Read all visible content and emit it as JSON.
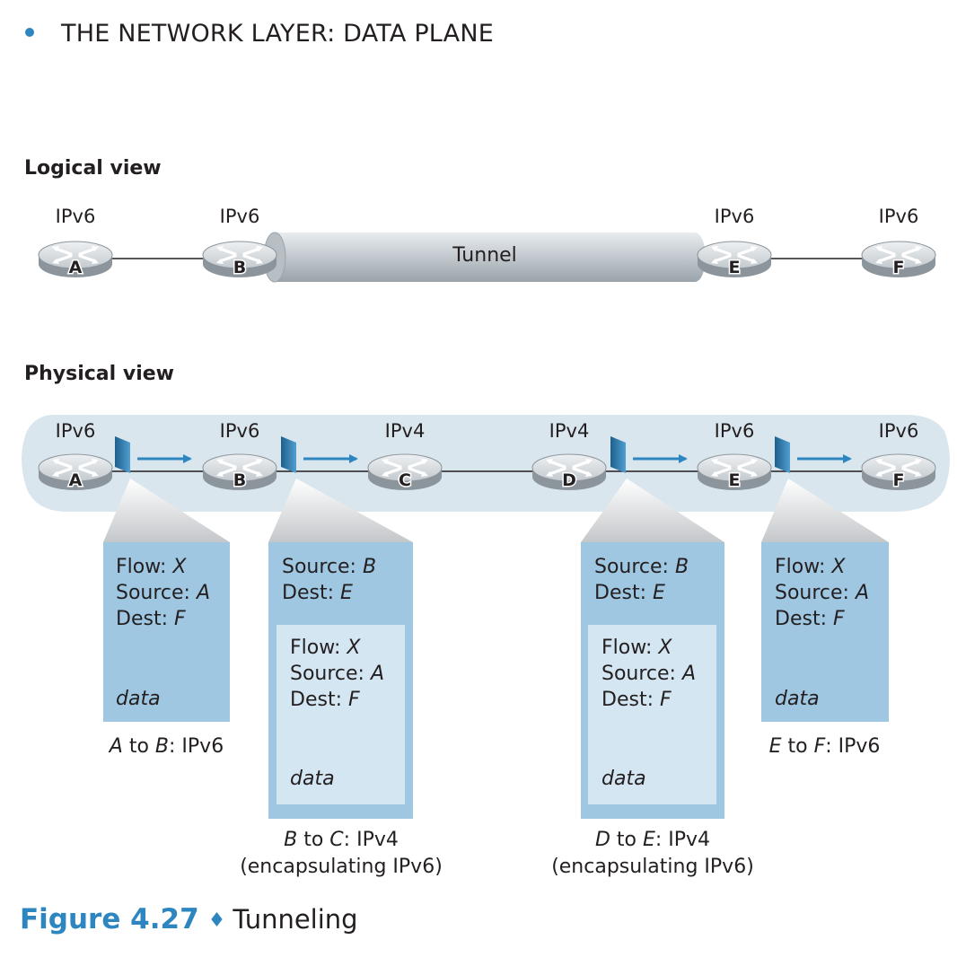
{
  "header": {
    "title": "THE NETWORK LAYER: DATA PLANE"
  },
  "logical_view": {
    "title": "Logical view",
    "routers": [
      {
        "id": "A",
        "label": "A",
        "protocol": "IPv6"
      },
      {
        "id": "B",
        "label": "B",
        "protocol": "IPv6"
      },
      {
        "id": "E",
        "label": "E",
        "protocol": "IPv6"
      },
      {
        "id": "F",
        "label": "F",
        "protocol": "IPv6"
      }
    ],
    "tunnel_label": "Tunnel"
  },
  "physical_view": {
    "title": "Physical view",
    "routers": [
      {
        "id": "A",
        "label": "A",
        "protocol": "IPv6"
      },
      {
        "id": "B",
        "label": "B",
        "protocol": "IPv6"
      },
      {
        "id": "C",
        "label": "C",
        "protocol": "IPv4"
      },
      {
        "id": "D",
        "label": "D",
        "protocol": "IPv4"
      },
      {
        "id": "E",
        "label": "E",
        "protocol": "IPv6"
      },
      {
        "id": "F",
        "label": "F",
        "protocol": "IPv6"
      }
    ]
  },
  "packets": {
    "a_to_b": {
      "flow_label": "Flow: ",
      "flow_value": "X",
      "source_label": "Source: ",
      "source_value": "A",
      "dest_label": "Dest: ",
      "dest_value": "F",
      "data": "data",
      "caption_from": "A",
      "caption_to_word": " to ",
      "caption_to": "B",
      "caption_suffix": ": IPv6"
    },
    "b_to_c": {
      "outer_source_label": "Source: ",
      "outer_source_value": "B",
      "outer_dest_label": "Dest: ",
      "outer_dest_value": "E",
      "flow_label": "Flow: ",
      "flow_value": "X",
      "source_label": "Source: ",
      "source_value": "A",
      "dest_label": "Dest: ",
      "dest_value": "F",
      "data": "data",
      "caption_from": "B",
      "caption_to_word": " to ",
      "caption_to": "C",
      "caption_suffix": ": IPv4",
      "caption_line2": "(encapsulating IPv6)"
    },
    "d_to_e": {
      "outer_source_label": "Source: ",
      "outer_source_value": "B",
      "outer_dest_label": "Dest: ",
      "outer_dest_value": "E",
      "flow_label": "Flow: ",
      "flow_value": "X",
      "source_label": "Source: ",
      "source_value": "A",
      "dest_label": "Dest: ",
      "dest_value": "F",
      "data": "data",
      "caption_from": "D",
      "caption_to_word": " to ",
      "caption_to": "E",
      "caption_suffix": ": IPv4",
      "caption_line2": "(encapsulating IPv6)"
    },
    "e_to_f": {
      "flow_label": "Flow: ",
      "flow_value": "X",
      "source_label": "Source: ",
      "source_value": "A",
      "dest_label": "Dest: ",
      "dest_value": "F",
      "data": "data",
      "caption_from": "E",
      "caption_to_word": " to ",
      "caption_to": "F",
      "caption_suffix": ": IPv6"
    }
  },
  "figure": {
    "number": "Figure 4.27",
    "title": "Tunneling"
  },
  "colors": {
    "accent": "#2e86c1",
    "packet_outer": "#9fc7e2",
    "packet_inner": "#d4e6f2",
    "router": "#c9ced3",
    "physical_bg": "#dae6ee"
  }
}
